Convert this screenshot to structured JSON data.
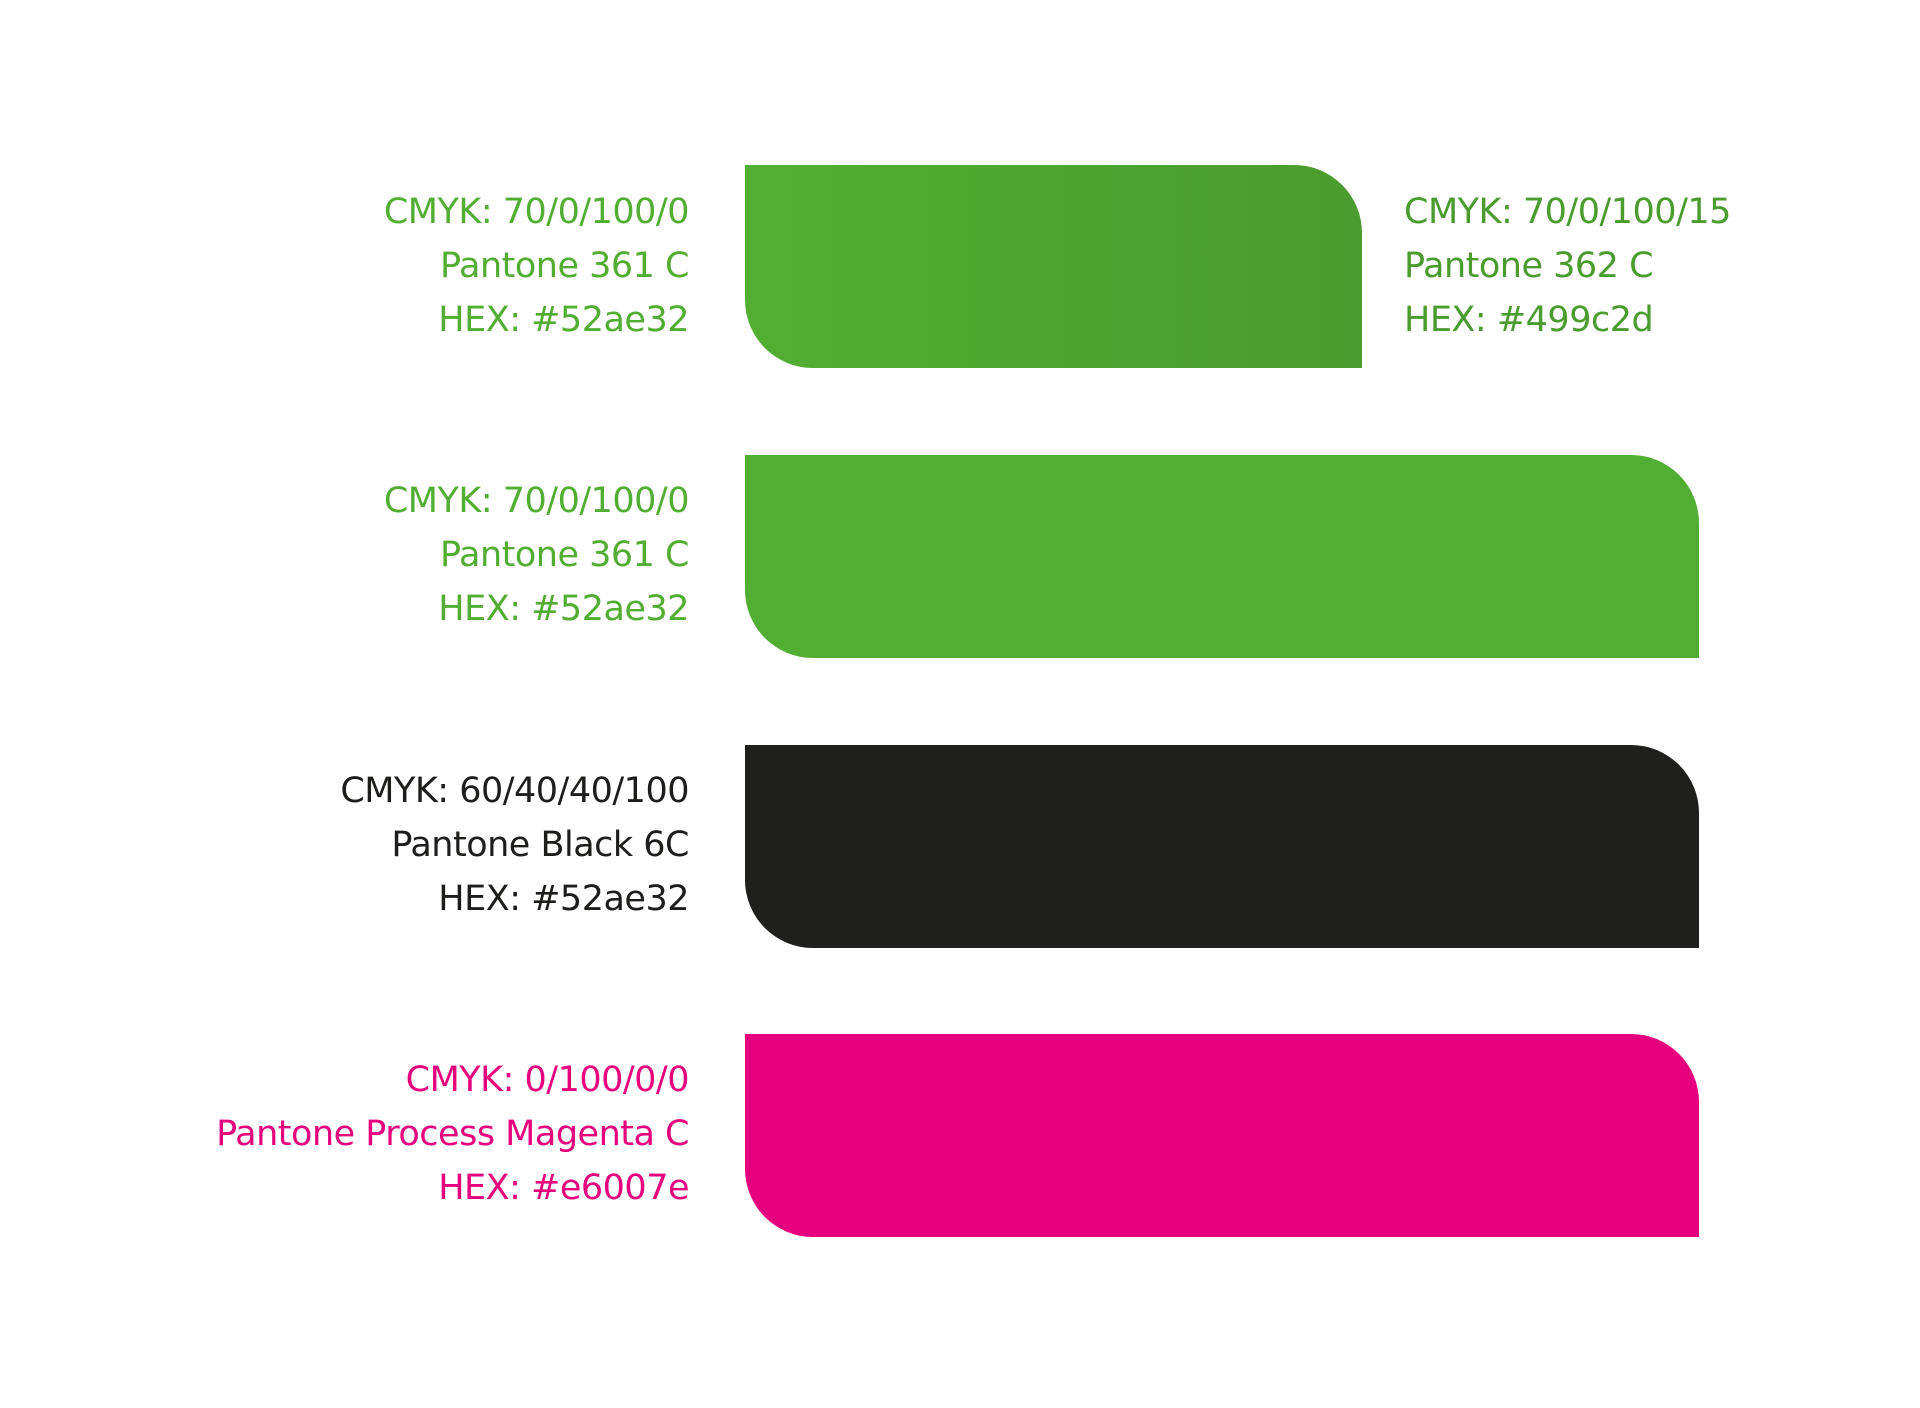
{
  "rows": [
    {
      "left": {
        "color": "#52ae32",
        "cmyk": "CMYK: 70/0/100/0",
        "pantone": "Pantone 361 C",
        "hex": "HEX: #52ae32"
      },
      "right": {
        "color": "#499c2d",
        "cmyk": "CMYK: 70/0/100/15",
        "pantone": "Pantone 362 C",
        "hex": "HEX: #499c2d"
      },
      "swatch_fill": {
        "type": "gradient",
        "from": "#52ae32",
        "to": "#499c2d"
      }
    },
    {
      "left": {
        "color": "#52ae32",
        "cmyk": "CMYK: 70/0/100/0",
        "pantone": "Pantone 361 C",
        "hex": "HEX: #52ae32"
      },
      "swatch_fill": {
        "type": "solid",
        "color": "#52ae32"
      }
    },
    {
      "left": {
        "color": "#1d1d1b",
        "cmyk": "CMYK: 60/40/40/100",
        "pantone": "Pantone Black 6C",
        "hex": "HEX: #52ae32"
      },
      "swatch_fill": {
        "type": "solid",
        "color": "#1f1f1d"
      }
    },
    {
      "left": {
        "color": "#e6007e",
        "cmyk": "CMYK: 0/100/0/0",
        "pantone": "Pantone Process Magenta C",
        "hex": "HEX: #e6007e"
      },
      "swatch_fill": {
        "type": "solid",
        "color": "#e6007e"
      }
    }
  ]
}
